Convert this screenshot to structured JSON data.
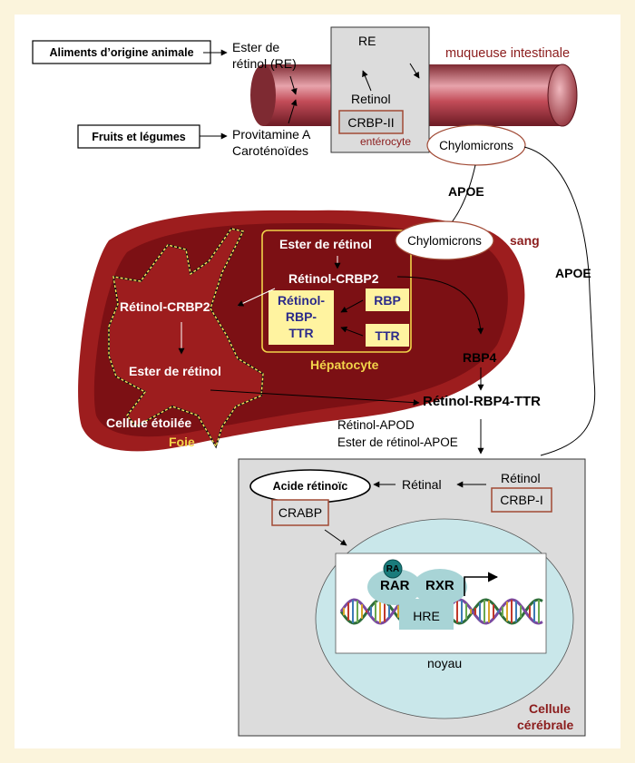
{
  "sources": {
    "animal_food": "Aliments d’origine animale",
    "fruits": "Fruits et légumes",
    "retinyl_ester_l1": "Ester de",
    "retinyl_ester_l2": "rétinol (RE)",
    "provitamin_l1": "Provitamine A",
    "provitamin_l2": "Caroténoïdes"
  },
  "intestine": {
    "label": "muqueuse intestinale",
    "re": "RE",
    "retinol": "Retinol",
    "crbp2": "CRBP-II",
    "enterocyte": "entérocyte",
    "chylomicrons": "Chylomicrons"
  },
  "transport": {
    "apoe_1": "APOE",
    "apoe_2": "APOE",
    "blood_chylomicrons": "Chylomicrons",
    "blood": "sang"
  },
  "liver": {
    "hepatocyte_ester": "Ester de rétinol",
    "hepatocyte_retinol_crbp2": "Rétinol-CRBP2",
    "rbp": "RBP",
    "ttr": "TTR",
    "complex_l1": "Rétinol-",
    "complex_l2": "RBP-",
    "complex_l3": "TTR",
    "hepatocyte": "Hépatocyte",
    "stellate_retinol_crbp2": "Rétinol-CRBP2",
    "stellate_ester": "Ester de rétinol",
    "stellate_cell": "Cellule étoilée",
    "liver": "Foie"
  },
  "plasma": {
    "rbp4": "RBP4",
    "complex": "Rétinol-RBP4-TTR",
    "apod": "Rétinol-APOD",
    "ester_apoe": "Ester de rétinol-APOE"
  },
  "brain_cell": {
    "retinol": "Rétinol",
    "crbp1": "CRBP-I",
    "retinal": "Rétinal",
    "retinoic_acid": "Acide rétinoïc",
    "crabp": "CRABP",
    "ra": "RA",
    "rar": "RAR",
    "rxr": "RXR",
    "hre": "HRE",
    "nucleus": "noyau",
    "title_l1": "Cellule",
    "title_l2": "cérébrale"
  },
  "colors": {
    "dark_red": "#8b1c1c",
    "liver_outer": "#9d1d1e",
    "liver_inner": "#7c1014",
    "cell_yellow": "#fff3a0",
    "hepatocyte_border": "#f2d44a",
    "navy_text": "#2b2a8a",
    "nucleus_cyan": "#c9e7ea",
    "cell_gray": "#dcdcdc",
    "crbp_border": "#a14a35"
  }
}
